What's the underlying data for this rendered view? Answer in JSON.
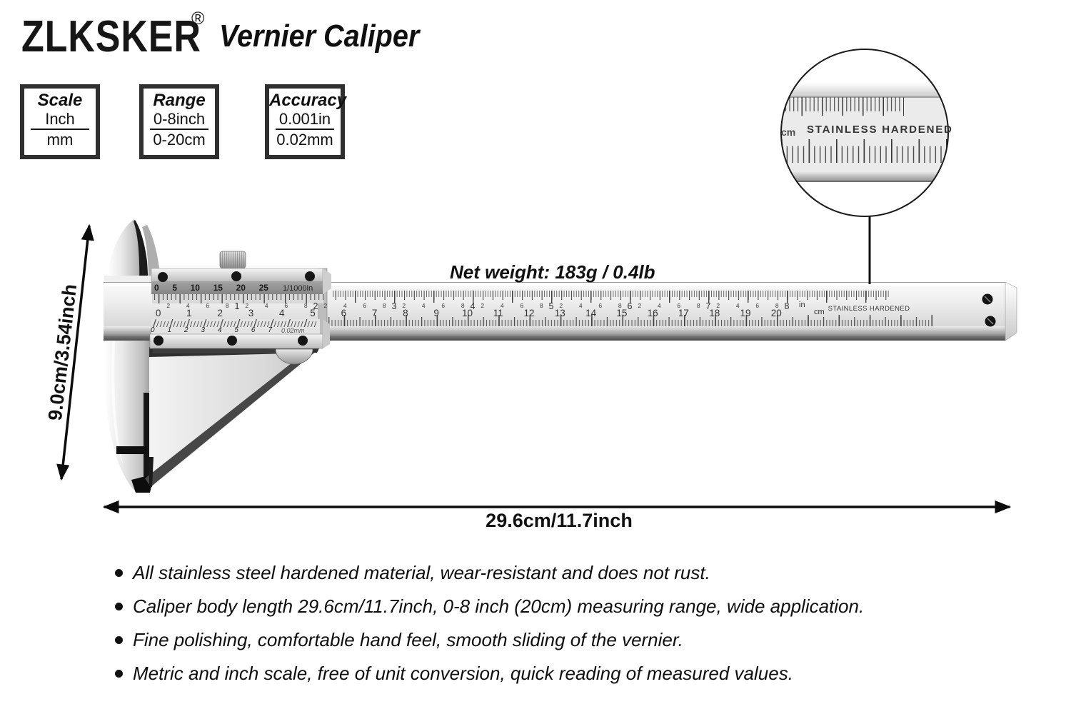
{
  "header": {
    "brand": "ZLKSKER",
    "registered_mark": "®",
    "product_title": "Vernier Caliper"
  },
  "spec_boxes": [
    {
      "title": "Scale",
      "top_value": "Inch",
      "bottom_value": "mm"
    },
    {
      "title": "Range",
      "top_value": "0-8inch",
      "bottom_value": "0-20cm"
    },
    {
      "title": "Accuracy",
      "top_value": "0.001in",
      "bottom_value": "0.02mm"
    }
  ],
  "net_weight": "Net weight: 183g / 0.4lb",
  "magnifier": {
    "unit_label": "cm",
    "engraving": "STAINLESS HARDENED"
  },
  "beam": {
    "engraving": "STAINLESS HARDENED",
    "unit_inch": "in",
    "unit_cm": "cm",
    "cm_labels": [
      "0",
      "1",
      "2",
      "3",
      "4",
      "5",
      "6",
      "7",
      "8",
      "9",
      "10",
      "11",
      "12",
      "13",
      "14",
      "15",
      "16",
      "17",
      "18",
      "19",
      "20"
    ],
    "inch_labels": [
      "1",
      "2",
      "3",
      "4",
      "5",
      "6",
      "7",
      "8"
    ],
    "inch_sub_labels": [
      "2",
      "4",
      "6",
      "8",
      "2",
      "4",
      "6",
      "8",
      "2",
      "4",
      "6",
      "8",
      "2",
      "4",
      "6",
      "8",
      "2",
      "4",
      "6",
      "8",
      "2",
      "4",
      "6",
      "8",
      "2",
      "4",
      "6",
      "8",
      "2",
      "4",
      "6",
      "8"
    ]
  },
  "vernier": {
    "inch_labels": [
      "0",
      "5",
      "10",
      "15",
      "20",
      "25"
    ],
    "inch_unit": "1/1000in",
    "mm_labels": [
      "0",
      "1",
      "2",
      "3",
      "4",
      "5",
      "6",
      "7"
    ],
    "mm_unit": "0.02mm"
  },
  "dimensions": {
    "height": "9.0cm/3.54inch",
    "length": "29.6cm/11.7inch"
  },
  "features": [
    "All stainless steel hardened material, wear-resistant and does not rust.",
    "Caliper body length 29.6cm/11.7inch, 0-8 inch (20cm) measuring range, wide application.",
    "Fine polishing, comfortable hand feel, smooth sliding of the vernier.",
    "Metric and inch scale, free of unit conversion, quick reading of measured values."
  ]
}
